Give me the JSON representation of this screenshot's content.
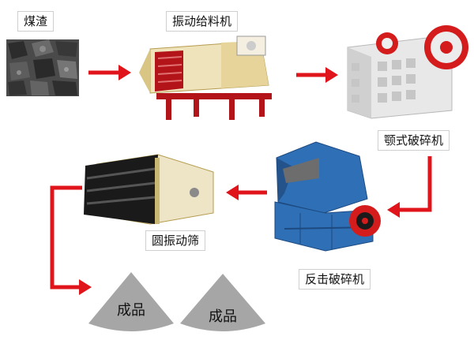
{
  "labels": {
    "coal_slag": "煤渣",
    "vibrating_feeder": "振动给料机",
    "jaw_crusher": "颚式破碎机",
    "impact_crusher": "反击破碎机",
    "circular_screen": "圆振动筛"
  },
  "products": [
    "成品",
    "成品"
  ],
  "colors": {
    "arrow": "#e0141b",
    "product_pile": "#a6a6a6",
    "label_border": "#cfcfcf",
    "feeder_body": "#efe3bb",
    "feeder_frame": "#b3141a",
    "jaw_body": "#e8e8e8",
    "jaw_flywheel": "#d41c1c",
    "impact_body": "#2f6fb5",
    "screen_body": "#eee5c6",
    "screen_frame": "#1a1a1a"
  }
}
